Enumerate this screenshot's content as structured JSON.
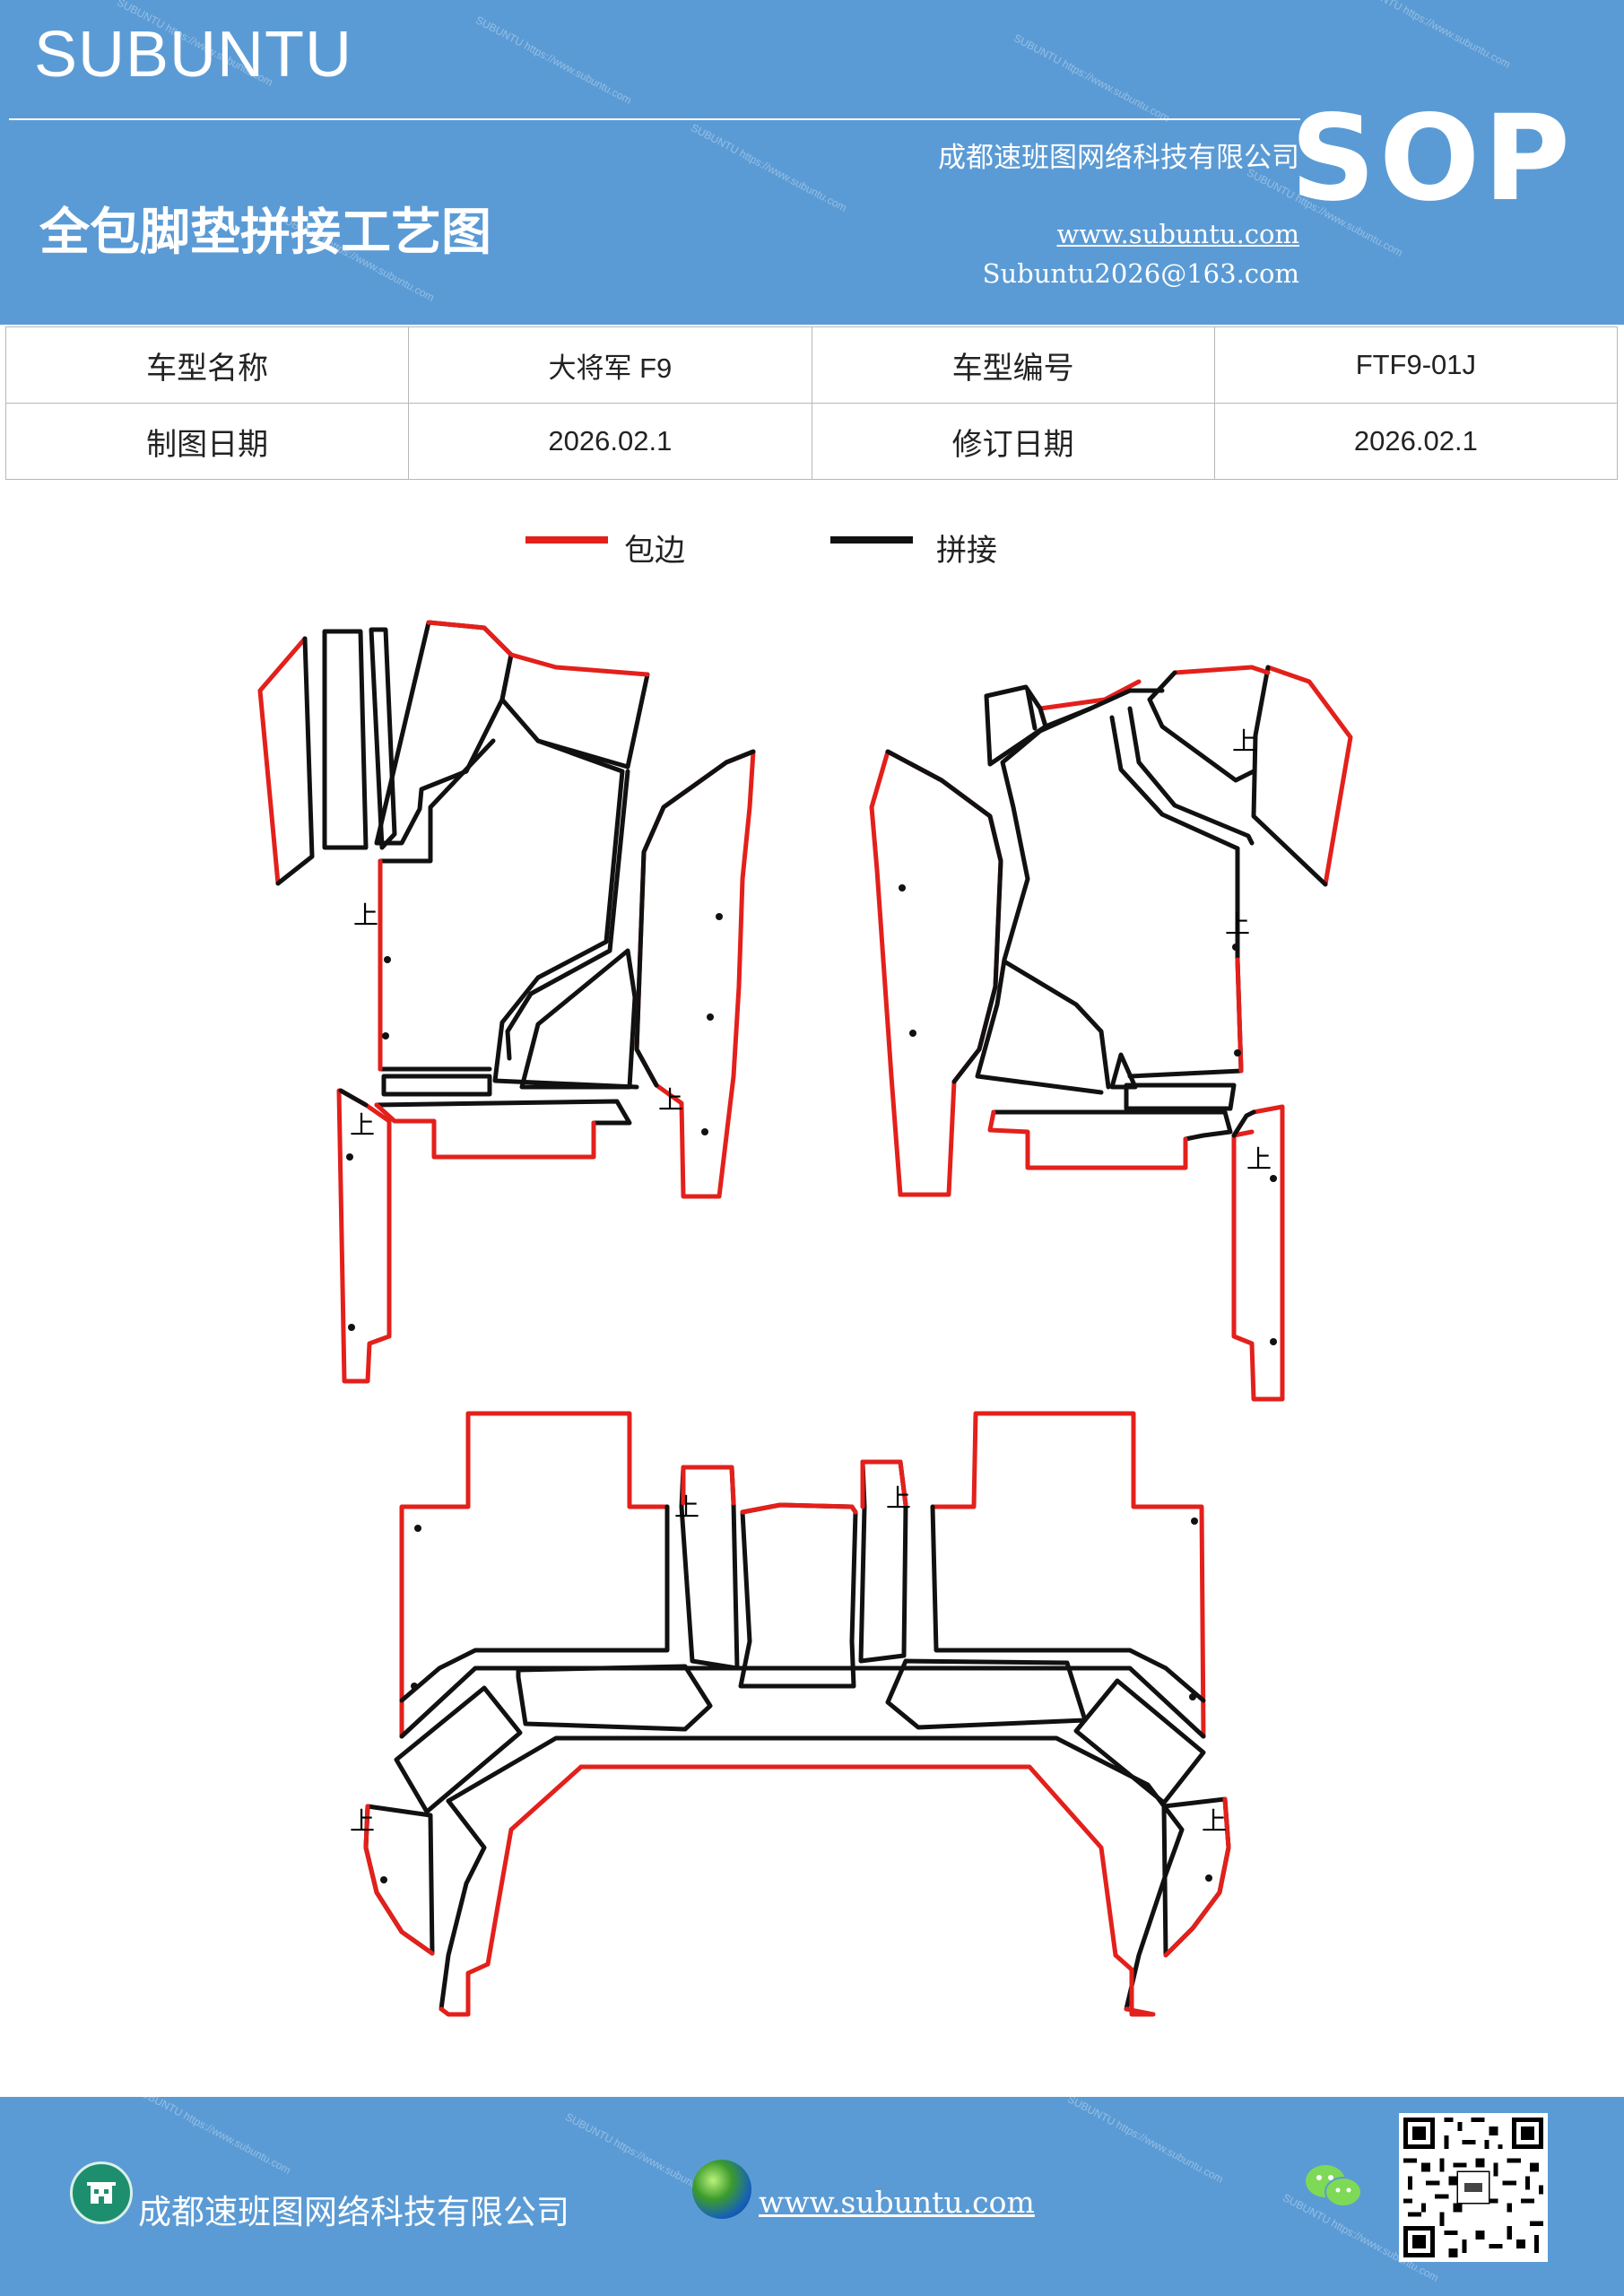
{
  "header": {
    "brand": "SUBUNTU",
    "company": "成都速班图网络科技有限公司",
    "title": "全包脚垫拼接工艺图",
    "sop": "SOP",
    "website": "www.subuntu.com",
    "email": "Subuntu2026@163.com"
  },
  "info": {
    "row1": {
      "label1": "车型名称",
      "value1": "大将军 F9",
      "label2": "车型编号",
      "value2": "FTF9-01J"
    },
    "row2": {
      "label1": "制图日期",
      "value1": "2026.02.1",
      "label2": "修订日期",
      "value2": "2026.02.1"
    }
  },
  "legend": {
    "edge_label": "包边",
    "edge_color": "#e3201b",
    "seam_label": "拼接",
    "seam_color": "#111111"
  },
  "diagram": {
    "up_mark": "上"
  },
  "footer": {
    "company": "成都速班图网络科技有限公司",
    "website": "www.subuntu.com",
    "icons": [
      "building-icon",
      "globe-icon",
      "wechat-icon",
      "qr-code"
    ]
  }
}
